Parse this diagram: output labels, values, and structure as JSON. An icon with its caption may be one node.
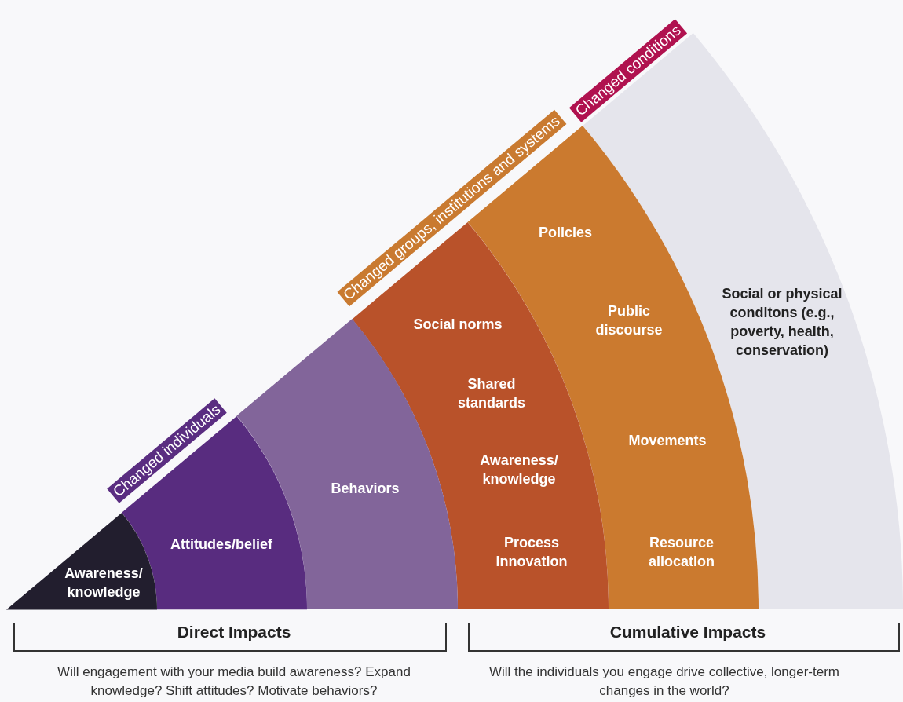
{
  "diagram": {
    "nodes": [
      {
        "text": [
          "Awareness/ knowledge"
        ]
      },
      {
        "text": [
          "Attitudes/belief"
        ]
      },
      {
        "text": [
          "Behaviors"
        ]
      },
      {
        "text": [
          "Social norms",
          "Shared standards",
          "Awareness/ knowledge",
          "Process innovation"
        ]
      },
      {
        "text": [
          "Policies",
          "Public discourse",
          "Movements",
          "Resource allocation"
        ]
      },
      {
        "text": [
          "Social or physical conditons (e.g., poverty, health, conservation)"
        ]
      }
    ],
    "edges": [],
    "labels": [
      "Changed conditions",
      "Changed groups, institutions and systems",
      "Changed individuals",
      "Direct Impacts",
      "Cumulative Impacts",
      "Will engagement with your media build awareness? Expand knowledge? Shift attitudes? Motivate behaviors?",
      "Will the individuals you engage drive collective, longer-term changes in the world?"
    ]
  }
}
